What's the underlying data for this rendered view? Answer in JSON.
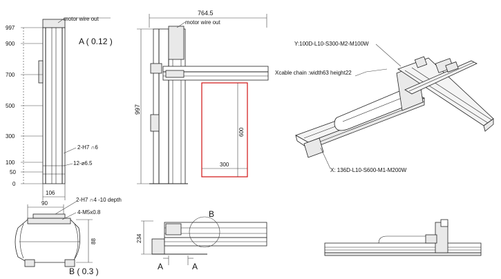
{
  "front_view": {
    "motor_label": "motor wire out",
    "y_ticks": [
      "997",
      "900",
      "700",
      "500",
      "300",
      "100",
      "50",
      "0"
    ],
    "scale": "A ( 0.12 )",
    "hole_note": "2-H7 ∩6",
    "thread_note": "12-⌀6.5",
    "width": "106"
  },
  "gantry_view": {
    "width": "764.5",
    "motor_label": "motor wire out",
    "height": "997",
    "stroke_v": "600",
    "stroke_h": "300"
  },
  "iso_view": {
    "y_axis": "Y:100D-L10-S300-M2-M100W",
    "cable_chain": "Xcable chain :width63  height22",
    "x_axis": "X: 136D-L10-S600-M1-M200W"
  },
  "section_view": {
    "width": "90",
    "note1": "2-H7 ∩4 -10 depth",
    "note2": "4-M5x0.8",
    "height": "88",
    "scale": "B ( 0.3 )"
  },
  "side_view": {
    "height": "234",
    "detail": "B",
    "section_a1": "A",
    "section_a2": "A"
  }
}
